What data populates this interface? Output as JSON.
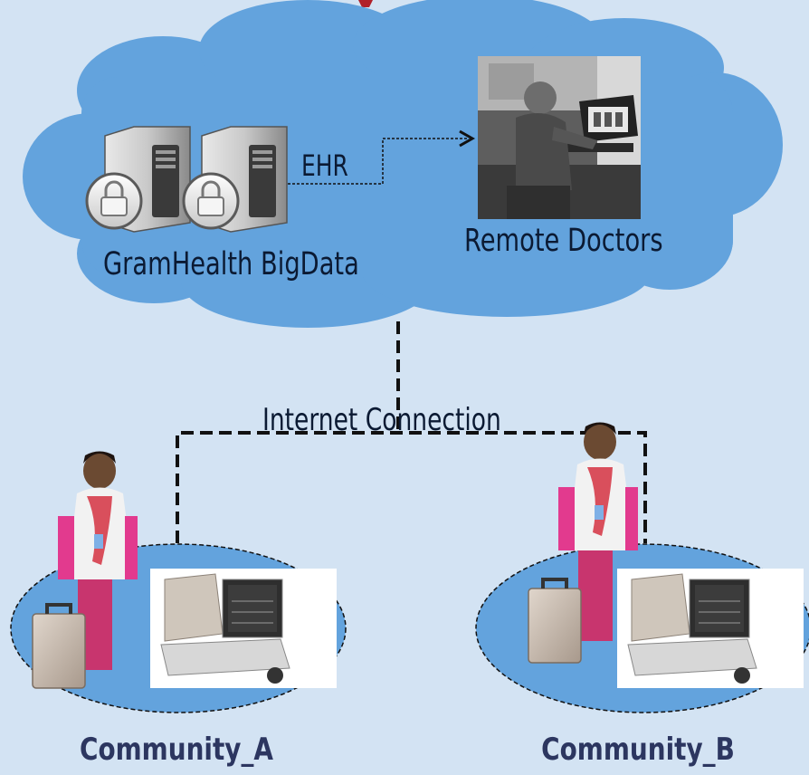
{
  "diagram": {
    "ehr_label": "EHR",
    "server_label": "GramHealth BigData",
    "doctors_label": "Remote Doctors",
    "connection_label": "Internet Connection",
    "communities": [
      {
        "label": "Community_A"
      },
      {
        "label": "Community_B"
      }
    ]
  },
  "icons": {
    "servers": "server-lock-icon",
    "doctor_photo": "doctor-at-laptop-photo",
    "health_worker": "health-worker-figure",
    "medical_kit": "medical-kit-photo"
  },
  "colors": {
    "background": "#d3e3f3",
    "cloud": "#63a3dd",
    "community_ellipse": "#63a3dd",
    "text_dark": "#0b1a33",
    "community_text": "#2c3660",
    "title_accent": "#b0202a"
  }
}
